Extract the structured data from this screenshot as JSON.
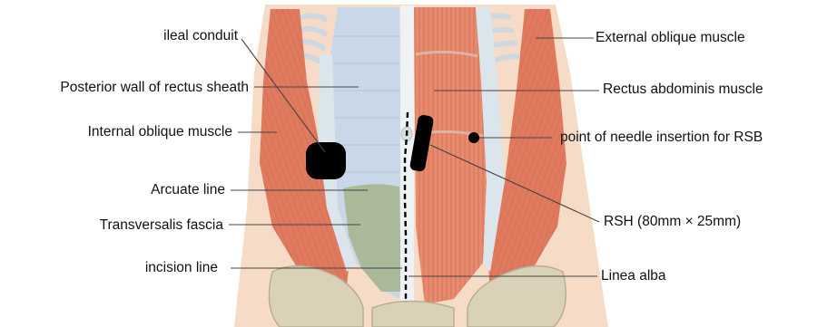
{
  "labels": {
    "ileal_conduit": "ileal conduit",
    "posterior_wall": "Posterior wall of rectus sheath",
    "internal_oblique": "Internal oblique muscle",
    "arcuate_line": "Arcuate line",
    "transversalis_fascia": "Transversalis fascia",
    "incision_line": "incision line",
    "external_oblique": "External oblique muscle",
    "rectus_abdominis": "Rectus abdominis muscle",
    "needle_insertion": "point of needle insertion for RSB",
    "rsh": "RSH (80mm × 25mm)",
    "linea_alba": "Linea alba"
  },
  "colors": {
    "muscle": "#e07a5f",
    "sheath": "#c8d8e8",
    "fascia": "#a9b99a",
    "skin": "#f6dcc6",
    "bone": "#d9d2b8",
    "marker": "#000000"
  }
}
